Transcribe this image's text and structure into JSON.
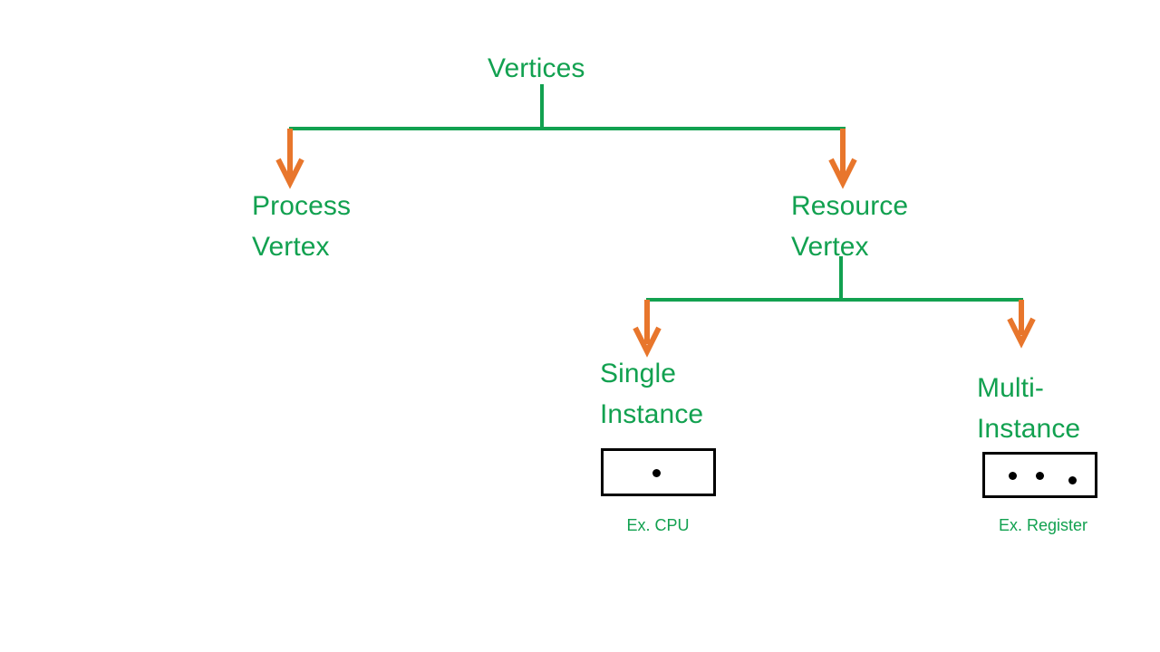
{
  "diagram": {
    "title_node": {
      "label": "Vertices"
    },
    "colors": {
      "node_text": "#12a150",
      "branch_line": "#12a150",
      "arrow": "#e8762c",
      "box_border": "#000000",
      "dot": "#000000",
      "background": "#ffffff"
    },
    "nodes": [
      {
        "id": "vertices",
        "label": "Vertices",
        "level": 0
      },
      {
        "id": "process-vertex",
        "label": "Process\nVertex",
        "level": 1
      },
      {
        "id": "resource-vertex",
        "label": "Resource\nVertex",
        "level": 1
      },
      {
        "id": "single-instance",
        "label": "Single\nInstance",
        "level": 2
      },
      {
        "id": "multi-instance",
        "label": "Multi-\nInstance",
        "level": 2
      }
    ],
    "examples": [
      {
        "id": "single-instance-example",
        "caption": "Ex. CPU",
        "instance_count": 1
      },
      {
        "id": "multi-instance-example",
        "caption": "Ex. Register",
        "instance_count": 3
      }
    ]
  }
}
